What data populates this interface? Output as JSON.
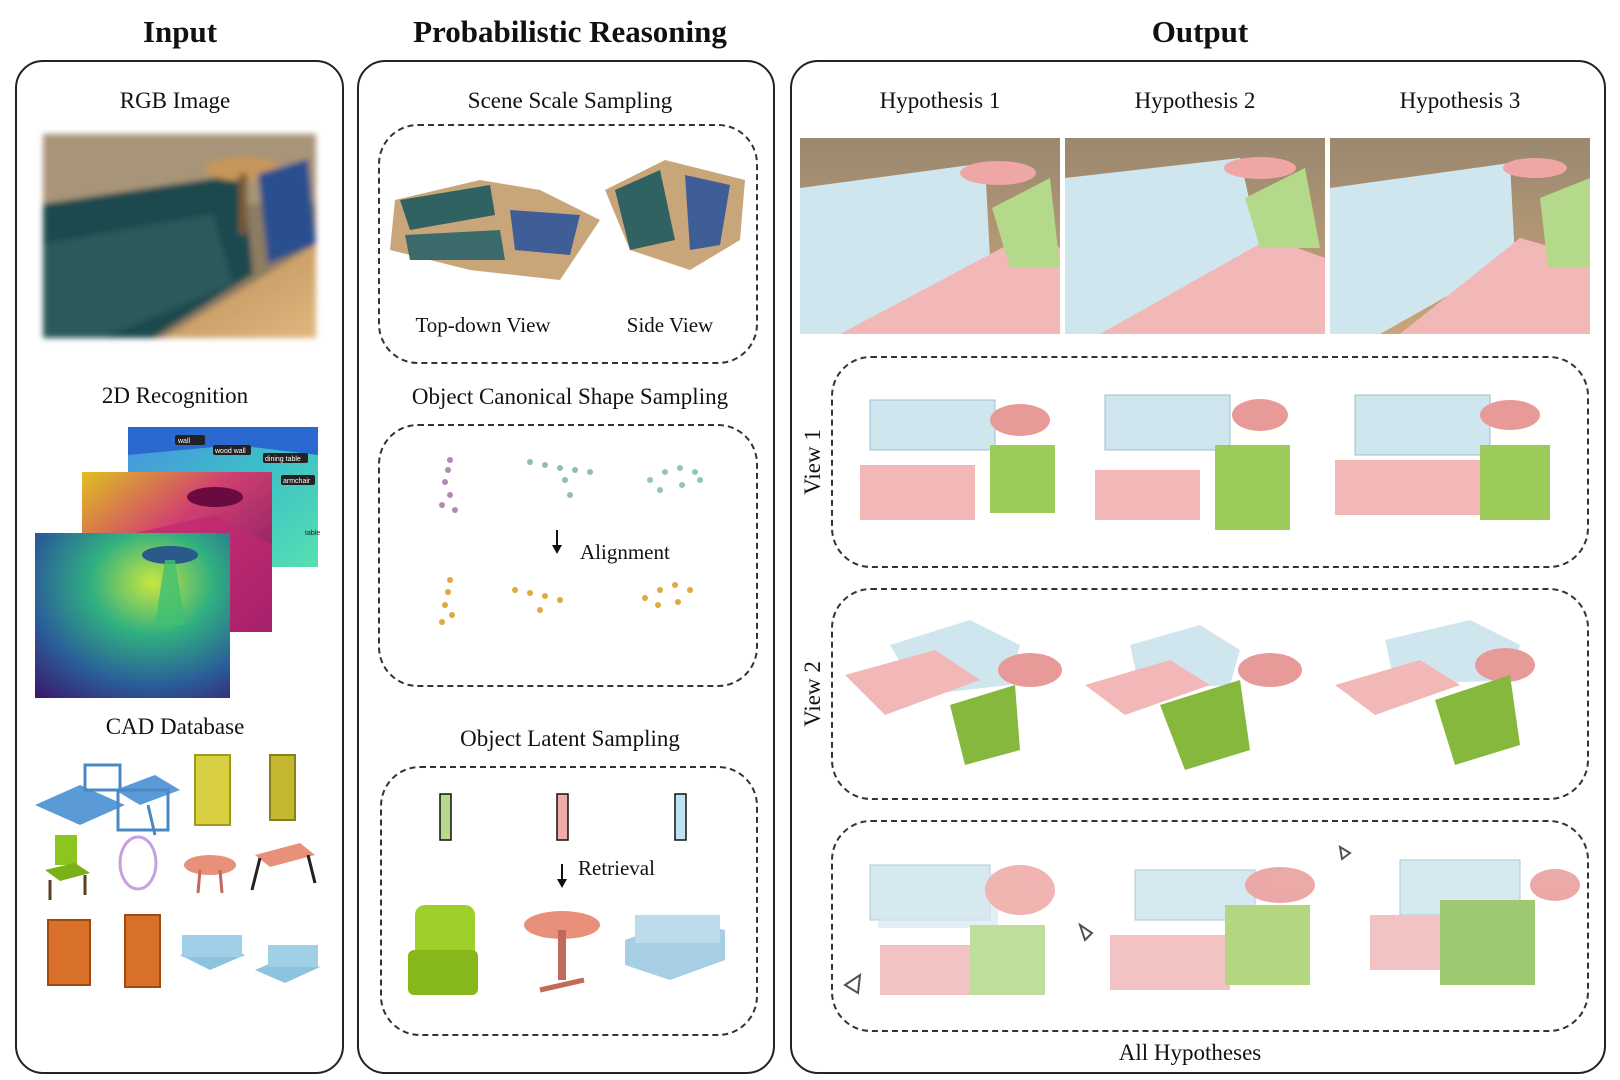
{
  "columns": {
    "input": "Input",
    "reasoning": "Probabilistic Reasoning",
    "output": "Output"
  },
  "input": {
    "rgb_label": "RGB Image",
    "recog_label": "2D Recognition",
    "recog_tags": [
      "wall",
      "wood wall",
      "dining table",
      "armchair",
      "table"
    ],
    "cad_label": "CAD Database"
  },
  "reasoning": {
    "scale_label": "Scene Scale Sampling",
    "topdown_label": "Top-down View",
    "side_label": "Side View",
    "shape_label": "Object Canonical Shape Sampling",
    "alignment_label": "Alignment",
    "latent_label": "Object Latent Sampling",
    "retrieval_label": "Retrieval"
  },
  "output": {
    "hypotheses": [
      "Hypothesis 1",
      "Hypothesis 2",
      "Hypothesis 3"
    ],
    "view1_label": "View 1",
    "view2_label": "View 2",
    "all_label": "All Hypotheses"
  },
  "colors": {
    "sofa": "#bfe0ea",
    "table": "#eea7a4",
    "chair": "#9ccb5a",
    "latent_green": "#b8d98a",
    "latent_pink": "#f0aaa8",
    "latent_blue": "#bfe3f2"
  }
}
